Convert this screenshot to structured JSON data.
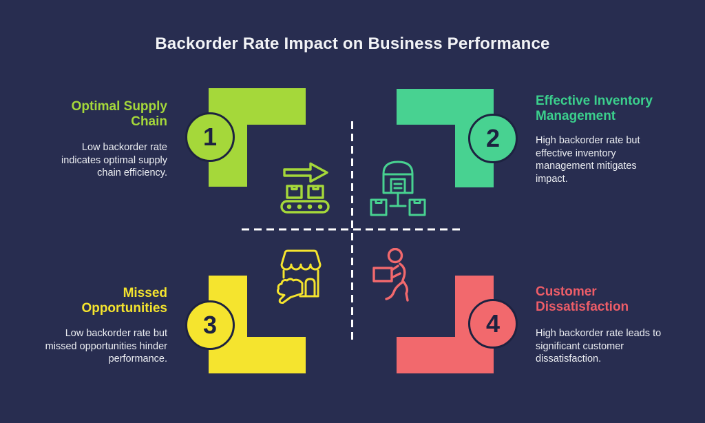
{
  "title": "Backorder Rate Impact on Business Performance",
  "colors": {
    "background": "#282d50",
    "title_text": "#f2f3f6",
    "body_text": "#eceef2",
    "dashed_divider": "#ffffff",
    "number_text": "#1d2240",
    "badge_outline": "#1d2240",
    "lime": "#a5d83a",
    "emerald": "#48d291",
    "yellow": "#f5e42e",
    "coral": "#f2696d"
  },
  "quadrants": [
    {
      "number": "1",
      "title": "Optimal Supply Chain",
      "description": "Low backorder rate indicates optimal supply chain efficiency.",
      "accent_color": "#a5d83a",
      "icon": "conveyor-belt-arrow-icon"
    },
    {
      "number": "2",
      "title": "Effective Inventory Management",
      "description": "High backorder rate but effective inventory management mitigates impact.",
      "accent_color": "#48d291",
      "icon": "warehouse-distribution-icon"
    },
    {
      "number": "3",
      "title": "Missed Opportunities",
      "description": "Low backorder rate but missed opportunities hinder performance.",
      "accent_color": "#f5e42e",
      "icon": "store-thumbs-down-icon"
    },
    {
      "number": "4",
      "title": "Customer Dissatisfaction",
      "description": "High backorder rate leads to significant customer dissatisfaction.",
      "accent_color": "#f2696d",
      "icon": "person-carrying-box-icon"
    }
  ]
}
